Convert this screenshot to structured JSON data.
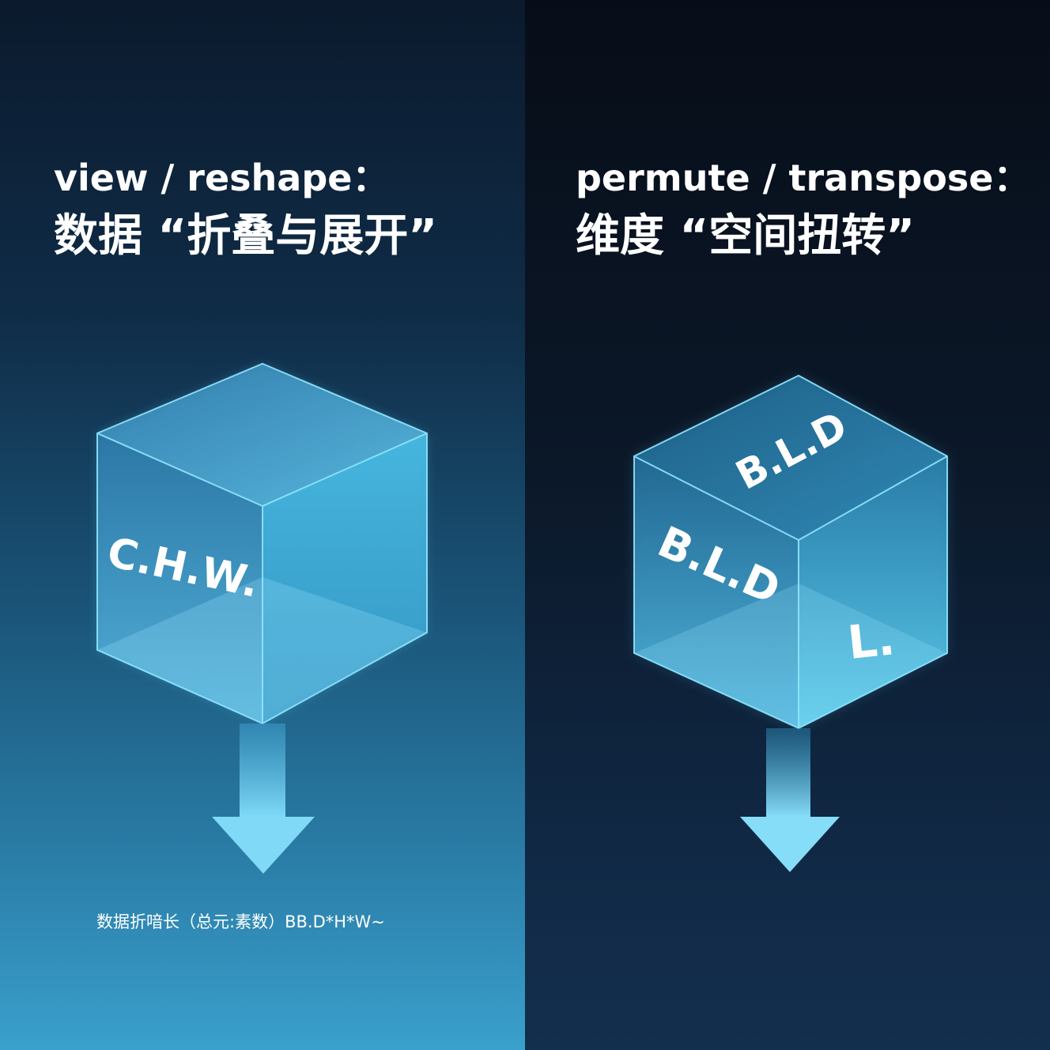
{
  "left_panel": {
    "title_en": "view / reshape：",
    "title_zh": "数据 “折叠与展开”",
    "cube_label": "C.H.W.",
    "caption": "数据折喑长（总元:素数）BB.D*H*W~"
  },
  "right_panel": {
    "title_en": "permute / transpose：",
    "title_zh": "维度 “空间扭转”",
    "cube_top_label": "B.L.D",
    "cube_left_label": "B.L.D",
    "cube_right_label": "L."
  },
  "colors": {
    "left_bg_top": "#0b1a2d",
    "left_bg_bottom": "#3aa0cc",
    "right_bg_top": "#070d18",
    "right_bg_bottom": "#132f4e",
    "cube_edge": "#8fe6ff",
    "arrow": "#6fd3f5"
  },
  "icons": {
    "left_arrow": "arrow-down-icon",
    "right_arrow": "arrow-down-icon"
  }
}
